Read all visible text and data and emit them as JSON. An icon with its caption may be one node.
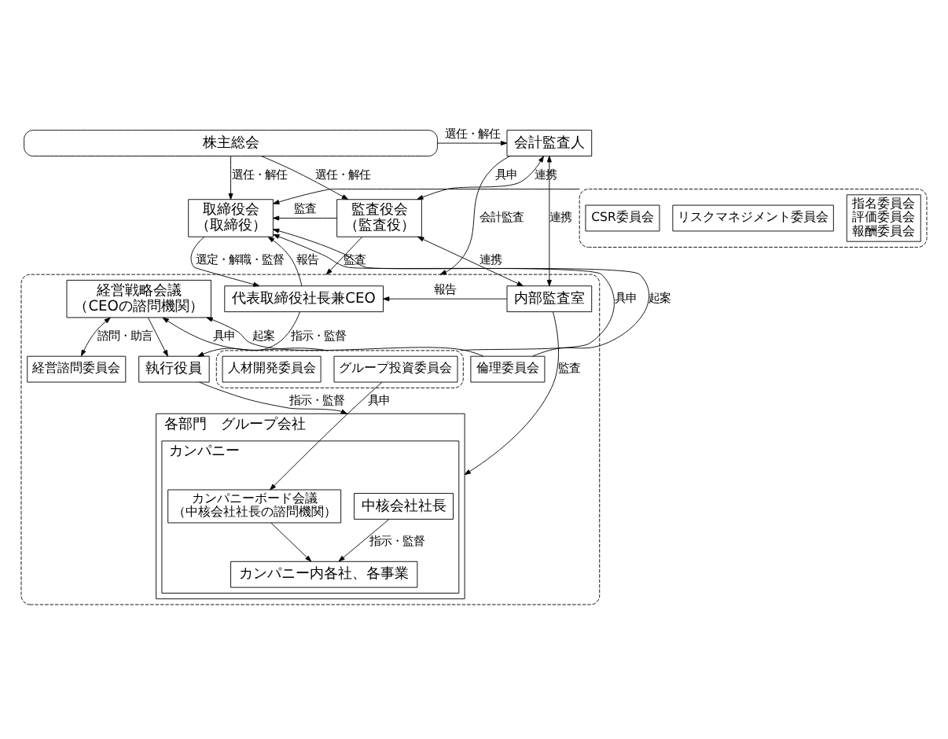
{
  "diagram": {
    "nodes": [
      {
        "text": [
          "株主総会"
        ]
      },
      {
        "text": [
          "会計監査人"
        ]
      },
      {
        "text": [
          "取締役会",
          "（取締役）"
        ]
      },
      {
        "text": [],
        "shape": "box"
      },
      {
        "text": [
          "指名委員会",
          "評価委員会",
          "報酬委員会"
        ],
        "in": 3
      },
      {
        "text": [
          "リスクマネジメント委員会"
        ],
        "in": 3
      },
      {
        "text": [
          "CSR委員会"
        ],
        "in": 3
      },
      {
        "text": [
          "監査役会",
          "（監査役）"
        ]
      },
      {
        "text": [],
        "shape": "box"
      },
      {
        "text": [
          "代表取締役社長兼CEO"
        ],
        "in": 8
      },
      {
        "text": [
          "内部監査室"
        ],
        "in": 8
      },
      {
        "text": [
          "経営戦略会議",
          "（CEOの諮問機関）"
        ],
        "in": 8
      },
      {
        "text": [
          "執行役員"
        ],
        "in": 8
      },
      {
        "text": [
          "経営諮問委員会"
        ],
        "in": 8
      },
      {
        "text": [],
        "shape": "box",
        "in": 8
      },
      {
        "text": [
          "グループ投資委員会"
        ],
        "in": 14
      },
      {
        "text": [
          "人材開発委員会"
        ],
        "in": 14
      },
      {
        "text": [
          "倫理委員会"
        ],
        "in": 8
      },
      {
        "text": [
          "各部門　グループ会社"
        ],
        "in": 8
      },
      {
        "text": [
          "カンパニー"
        ],
        "in": 18
      },
      {
        "text": [
          "中核会社社長"
        ],
        "in": 19
      },
      {
        "text": [
          "カンパニーボード会議",
          "（中核会社社長の諮問機関）"
        ],
        "in": 19
      },
      {
        "text": [
          "カンパニー内各社、各事業"
        ],
        "in": 19
      }
    ],
    "edges": [
      {
        "from": 0,
        "to": 1,
        "arrow": "to",
        "label": "選任・解任"
      },
      {
        "from": 0,
        "to": 2,
        "arrow": "to",
        "label": "選任・解任"
      },
      {
        "from": 0,
        "to": 7,
        "arrow": "to",
        "label": "選任・解任"
      },
      {
        "from": 7,
        "to": 2,
        "arrow": "to",
        "label": "監査"
      },
      {
        "from": 3,
        "to": 2,
        "arrow": "to",
        "label": "具申"
      },
      {
        "from": 17,
        "to": 2,
        "arrow": "to",
        "label": "起案"
      },
      {
        "from": 14,
        "to": 2,
        "arrow": "to",
        "label": "具申"
      },
      {
        "from": 7,
        "to": 1,
        "arrow": "both",
        "label": "連携"
      },
      {
        "from": 9,
        "to": 2,
        "arrow": "to",
        "label": "報告"
      },
      {
        "from": 2,
        "to": 9,
        "arrow": "to",
        "label": "選定・解職・監督"
      },
      {
        "from": 7,
        "to": 8,
        "arrow": "to",
        "label": "監査"
      },
      {
        "from": 7,
        "to": 10,
        "arrow": "both",
        "label": "連携"
      },
      {
        "from": 1,
        "to": 10,
        "arrow": "both",
        "label": "連携"
      },
      {
        "from": 1,
        "to": 8,
        "arrow": "to",
        "label": "会計監査"
      },
      {
        "from": 10,
        "to": 9,
        "arrow": "to",
        "label": "報告"
      },
      {
        "from": 17,
        "to": 11,
        "arrow": "to",
        "label": "起案"
      },
      {
        "from": 14,
        "to": 11,
        "arrow": "to",
        "label": "具申"
      },
      {
        "from": 9,
        "to": 12,
        "arrow": "to",
        "label": "指示・監督"
      },
      {
        "from": 11,
        "to": 12,
        "arrow": "to"
      },
      {
        "from": 11,
        "to": 13,
        "arrow": "both",
        "label": "諮問・助言"
      },
      {
        "from": 12,
        "to": 18,
        "arrow": "to",
        "label": "指示・監督"
      },
      {
        "from": 15,
        "to": 21,
        "arrow": "to",
        "label": "具申"
      },
      {
        "from": 10,
        "to": 18,
        "arrow": "to",
        "label": "監査"
      },
      {
        "from": 20,
        "to": 22,
        "arrow": "to",
        "label": "指示・監督"
      },
      {
        "from": 21,
        "to": 22,
        "arrow": "to"
      }
    ]
  }
}
